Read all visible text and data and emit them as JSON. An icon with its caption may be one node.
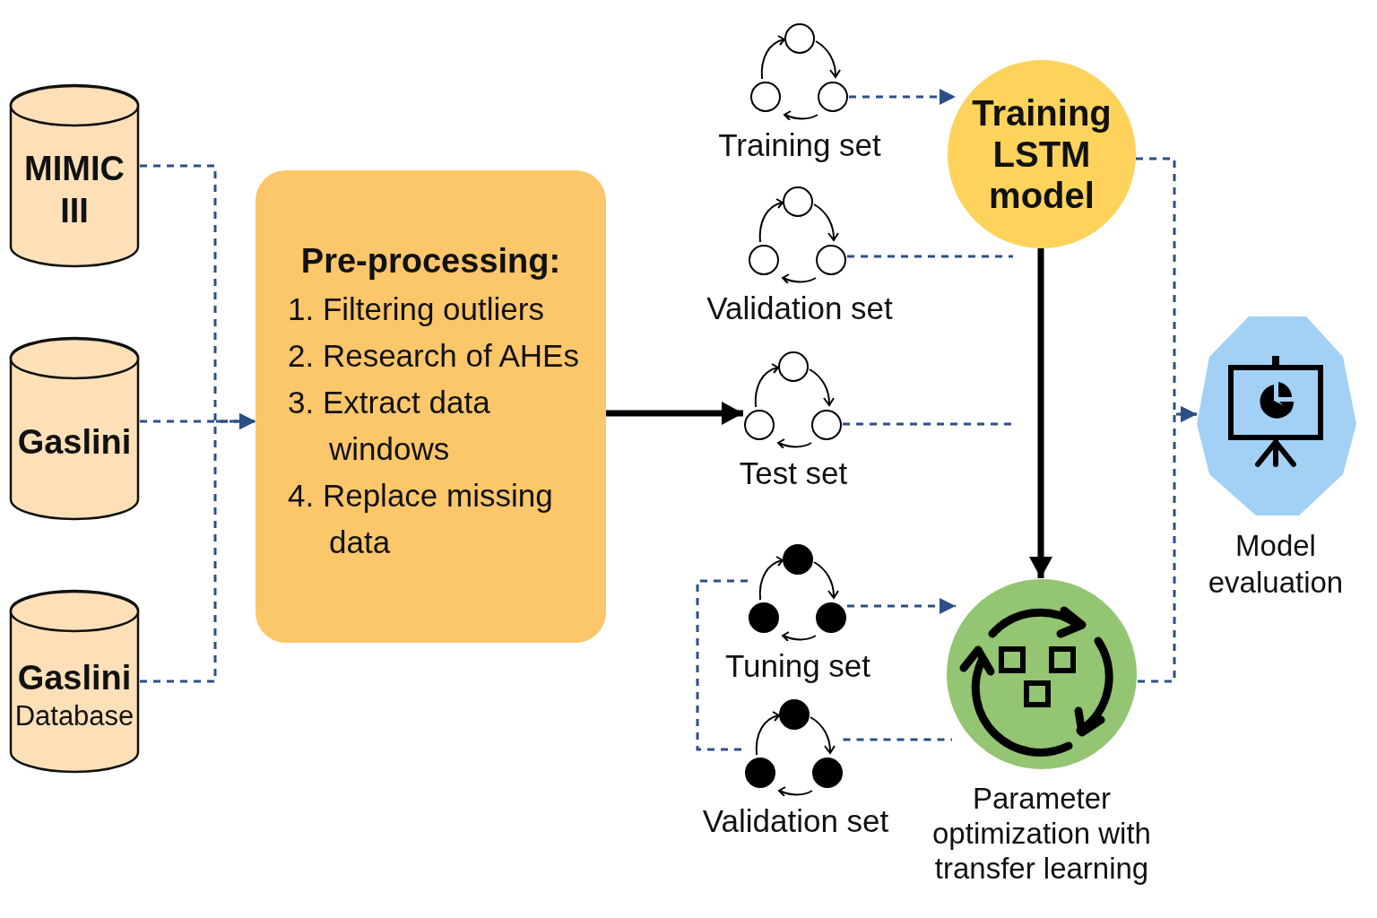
{
  "diagram": {
    "nodes": [
      {
        "text": [
          "MIMIC III"
        ]
      },
      {
        "text": [
          "Gaslini"
        ]
      },
      {
        "text": [
          "Gaslini",
          "Database"
        ]
      },
      {
        "text": [
          "Pre-processing:",
          "1. Filtering outliers",
          "2. Research of AHEs",
          "3. Extract data windows",
          "4. Replace missing data"
        ]
      },
      {
        "text": [
          "Training set"
        ]
      },
      {
        "text": [
          "Validation set"
        ]
      },
      {
        "text": [
          "Test set"
        ]
      },
      {
        "text": [
          "Training LSTM model"
        ]
      },
      {
        "text": [
          "Tuning set"
        ]
      },
      {
        "text": [
          "Validation set"
        ]
      },
      {
        "text": [
          "Parameter optimization with transfer learning"
        ]
      },
      {
        "text": [
          "Model evaluation"
        ]
      }
    ],
    "edges": [
      {
        "from": 0,
        "to": 3,
        "arrow": "to",
        "style": "dashed"
      },
      {
        "from": 1,
        "to": 3,
        "arrow": "to",
        "style": "dashed"
      },
      {
        "from": 2,
        "to": 3,
        "arrow": "to",
        "style": "dashed"
      },
      {
        "from": 3,
        "to": 6,
        "arrow": "to",
        "style": "thick",
        "color": "#000000"
      },
      {
        "from": 4,
        "to": 7,
        "arrow": "to",
        "style": "dashed"
      },
      {
        "from": 5,
        "to": 7,
        "arrow": "none",
        "style": "dashed"
      },
      {
        "from": 6,
        "to": null,
        "arrow": "none",
        "style": "dashed"
      },
      {
        "from": 7,
        "to": 10,
        "arrow": "to",
        "style": "thick",
        "color": "#000000"
      },
      {
        "from": 8,
        "to": 10,
        "arrow": "to",
        "style": "dashed"
      },
      {
        "from": 9,
        "to": 10,
        "arrow": "none",
        "style": "dashed"
      },
      {
        "from": 8,
        "to": 9,
        "arrow": "none",
        "style": "dashed"
      },
      {
        "from": 7,
        "to": 11,
        "arrow": "to",
        "style": "dashed"
      },
      {
        "from": 10,
        "to": 11,
        "arrow": "to",
        "style": "dashed"
      }
    ]
  }
}
